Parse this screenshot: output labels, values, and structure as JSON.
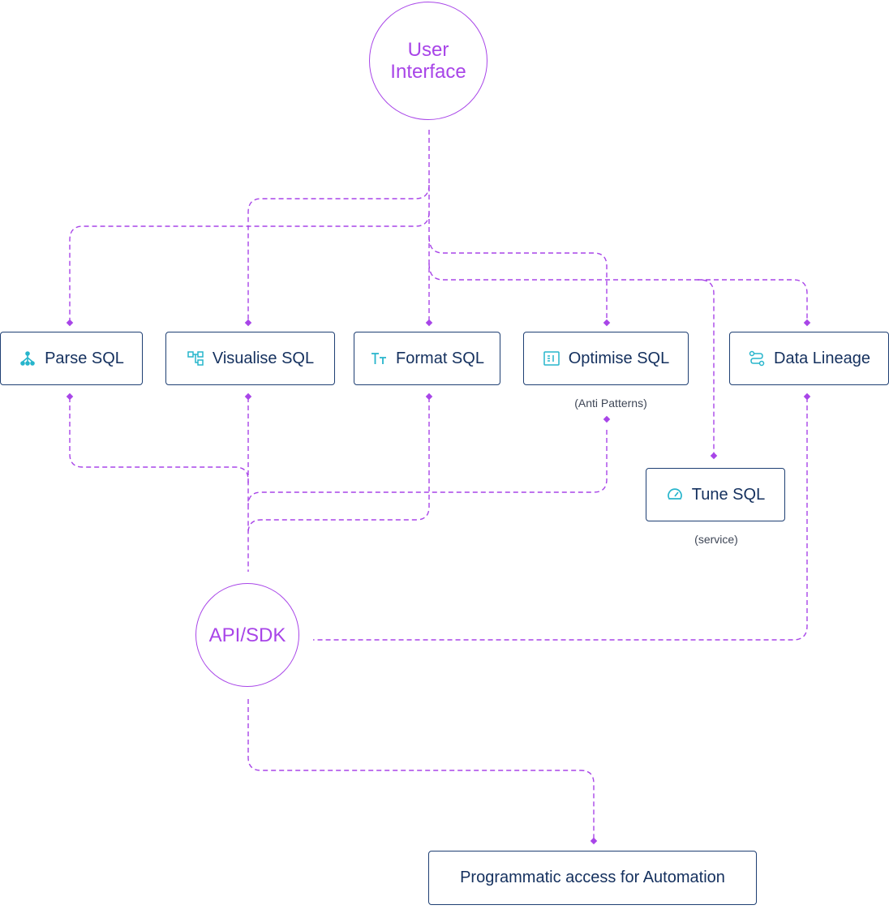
{
  "nodes": {
    "user_interface": {
      "line1": "User",
      "line2": "Interface"
    },
    "api_sdk": "API/SDK"
  },
  "features": {
    "parse": "Parse SQL",
    "visualise": "Visualise SQL",
    "format": "Format SQL",
    "optimise": "Optimise SQL",
    "optimise_note": "(Anti Patterns)",
    "lineage": "Data Lineage",
    "tune": "Tune SQL",
    "tune_note": "(service)"
  },
  "automation": "Programmatic access for Automation",
  "icons": {
    "parse": "hierarchy-icon",
    "visualise": "diagram-icon",
    "format": "text-size-icon",
    "optimise": "list-icon",
    "lineage": "route-icon",
    "tune": "speedometer-icon"
  },
  "colors": {
    "connector": "#a845e8",
    "box_border": "#1e3f73",
    "box_text": "#14305e",
    "icon": "#27b5cc"
  }
}
